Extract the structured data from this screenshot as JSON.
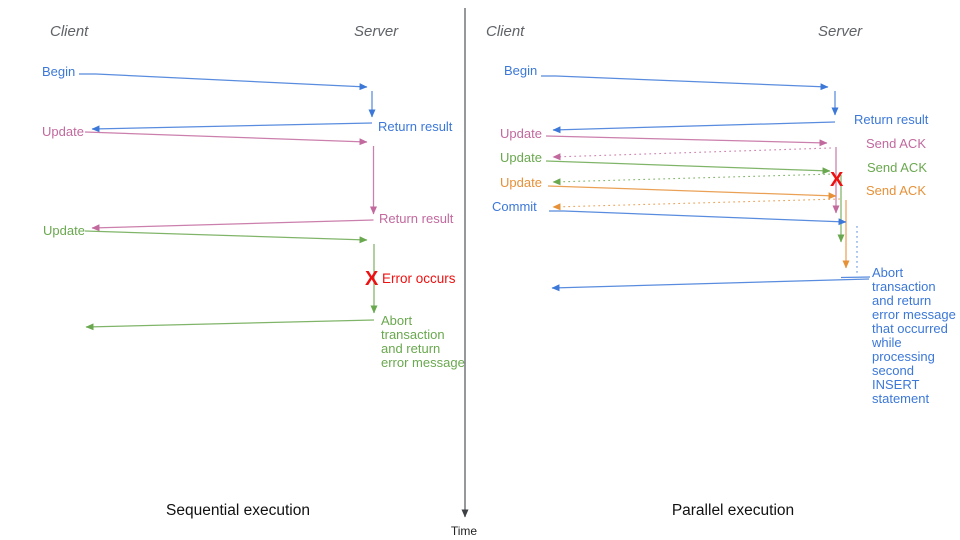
{
  "colors": {
    "blue": "#3c78d8",
    "pink": "#c2699e",
    "green": "#6aa84f",
    "orange": "#e69138",
    "red": "#ee1111",
    "header_gray": "#5f6368",
    "axis": "#3c4043"
  },
  "left": {
    "client_header": "Client",
    "server_header": "Server",
    "caption": "Sequential execution",
    "begin_label": "Begin",
    "return_result_1": "Return result",
    "update_1": "Update",
    "return_result_2": "Return result",
    "update_2": "Update",
    "error_mark": "X",
    "error_label": "Error occurs",
    "abort_label": "Abort\ntransaction\nand return\nerror message"
  },
  "right": {
    "client_header": "Client",
    "server_header": "Server",
    "caption": "Parallel execution",
    "begin_label": "Begin",
    "return_result": "Return result",
    "update_1": "Update",
    "send_ack_1": "Send ACK",
    "update_2": "Update",
    "send_ack_2": "Send ACK",
    "update_3": "Update",
    "send_ack_3": "Send ACK",
    "commit_label": "Commit",
    "error_mark": "X",
    "abort_label": "Abort\ntransaction\nand return\nerror message\nthat occurred\nwhile\nprocessing\nsecond\nINSERT\nstatement"
  },
  "time_axis": {
    "label": "Time"
  }
}
